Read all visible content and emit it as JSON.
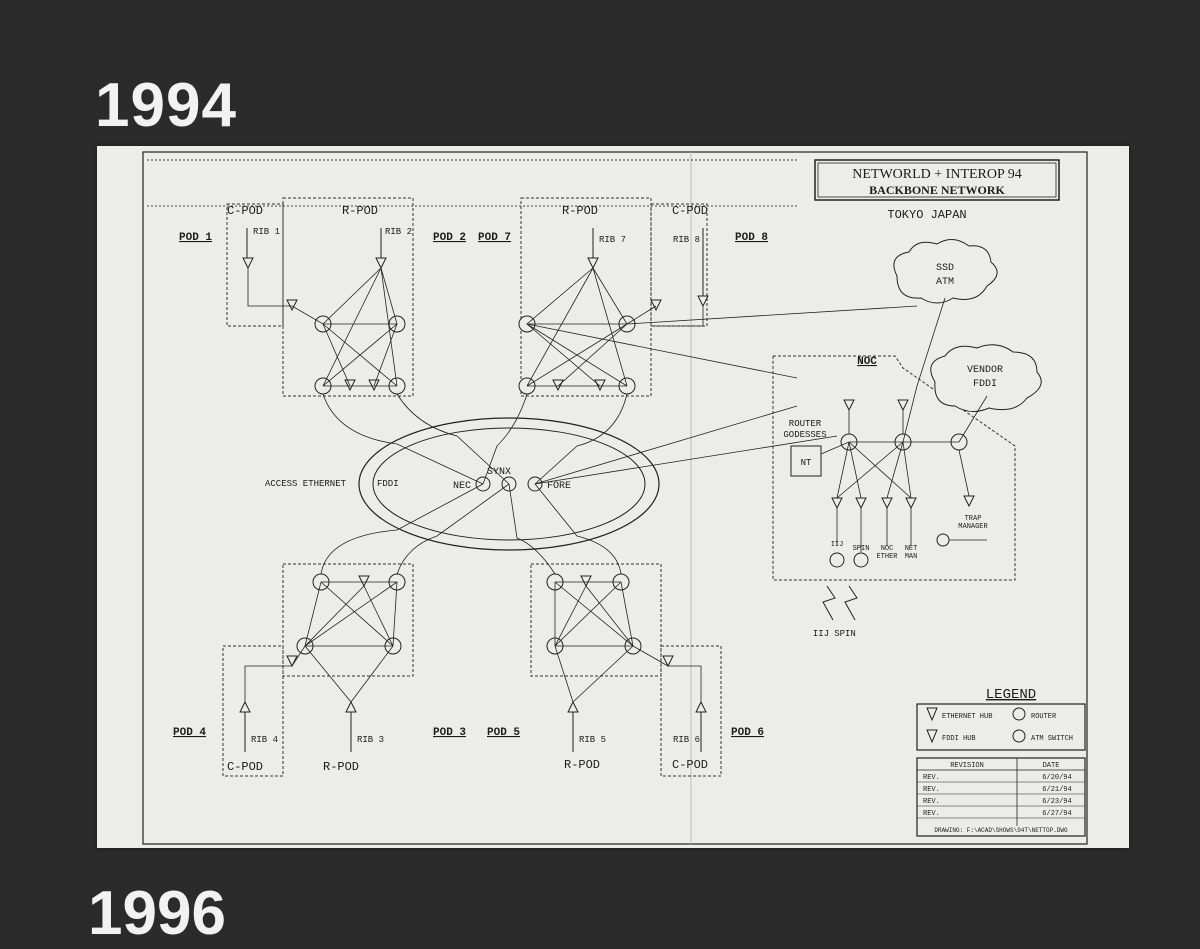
{
  "year_top": "1994",
  "year_bottom": "1996",
  "title": {
    "line1": "NETWORLD + INTEROP 94",
    "line2": "BACKBONE NETWORK",
    "location": "TOKYO JAPAN"
  },
  "pods": {
    "pod1": "POD 1",
    "pod2": "POD 2",
    "pod7": "POD 7",
    "pod8": "POD 8",
    "pod4": "POD 4",
    "pod3": "POD 3",
    "pod5": "POD 5",
    "pod6": "POD 6"
  },
  "pod_types": {
    "cpod_tl": "C-POD",
    "rpod_tl": "R-POD",
    "rpod_tr": "R-POD",
    "cpod_tr": "C-POD",
    "cpod_bl": "C-POD",
    "rpod_bl": "R-POD",
    "rpod_br": "R-POD",
    "cpod_br": "C-POD"
  },
  "ribs": {
    "rib1": "RIB 1",
    "rib2": "RIB 2",
    "rib7": "RIB 7",
    "rib8": "RIB 8",
    "rib4": "RIB 4",
    "rib3": "RIB 3",
    "rib5": "RIB 5",
    "rib6": "RIB 6"
  },
  "core": {
    "access_ethernet": "ACCESS ETHERNET",
    "fddi": "FDDI",
    "synx": "SYNX",
    "nec": "NEC",
    "fore": "FORE"
  },
  "clouds": {
    "ssd_l1": "SSD",
    "ssd_l2": "ATM",
    "vendor_l1": "VENDOR",
    "vendor_l2": "FDDI"
  },
  "noc": {
    "title": "NOC",
    "router_l1": "ROUTER",
    "router_l2": "GODESSES",
    "nt": "NT",
    "trap_l1": "TRAP",
    "trap_l2": "MANAGER",
    "iij": "IIJ",
    "spin": "SPIN",
    "noc_ether_l1": "NOC",
    "noc_ether_l2": "ETHER",
    "net_man_l1": "NET",
    "net_man_l2": "MAN",
    "iij_bottom": "IIJ",
    "spin_bottom": "SPIN"
  },
  "legend": {
    "title": "LEGEND",
    "ethernet_hub": "ETHERNET HUB",
    "router": "ROUTER",
    "fddi_hub": "FDDI HUB",
    "atm_switch": "ATM SWITCH",
    "revision_header": "REVISION",
    "date_header": "DATE",
    "revisions": [
      {
        "rev": "REV.",
        "date": "6/20/94"
      },
      {
        "rev": "REV.",
        "date": "6/21/94"
      },
      {
        "rev": "REV.",
        "date": "6/23/94"
      },
      {
        "rev": "REV.",
        "date": "6/27/94"
      }
    ],
    "drawing": "DRAWING: F:\\ACAD\\SHOWS\\94T\\NETTOP.DWG"
  }
}
